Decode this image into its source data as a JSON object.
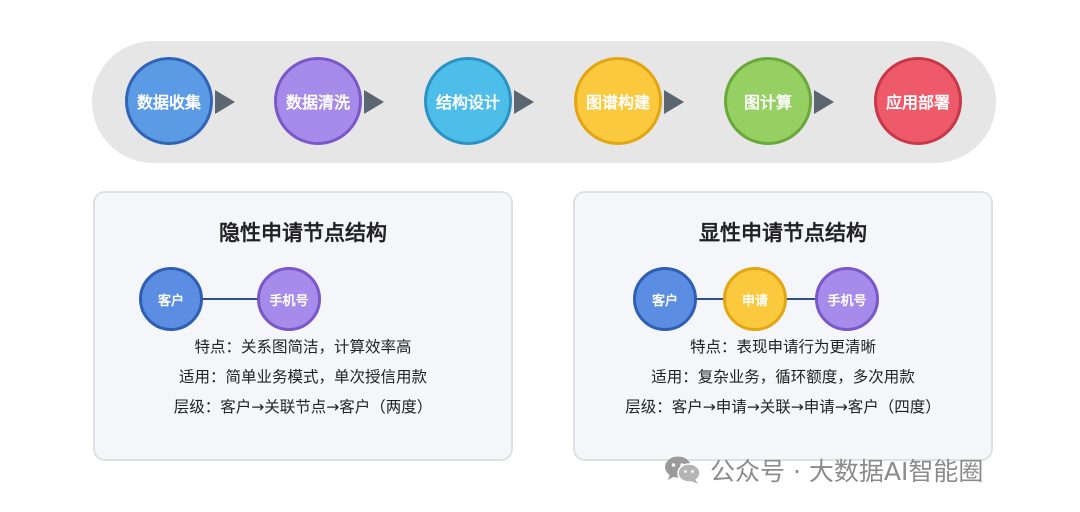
{
  "pipeline": {
    "steps": [
      {
        "label": "数据收集",
        "color": "#5b9be6",
        "border": "#3164b6"
      },
      {
        "label": "数据清洗",
        "color": "#a68bea",
        "border": "#7b57c9"
      },
      {
        "label": "结构设计",
        "color": "#4dbdea",
        "border": "#2a93c4"
      },
      {
        "label": "图谱构建",
        "color": "#fbc93e",
        "border": "#e4a513"
      },
      {
        "label": "图计算",
        "color": "#96d063",
        "border": "#6aa83b"
      },
      {
        "label": "应用部署",
        "color": "#ef5a6b",
        "border": "#c83848"
      }
    ]
  },
  "left_panel": {
    "title": "隐性申请节点结构",
    "nodes": [
      {
        "label": "客户",
        "color": "#5b8ee2",
        "border": "#2f5fb3"
      },
      {
        "label": "手机号",
        "color": "#a68bea",
        "border": "#7b57c9"
      }
    ],
    "features": [
      "特点：关系图简洁，计算效率高",
      "适用：简单业务模式，单次授信用款",
      "层级：客户→关联节点→客户（两度）"
    ]
  },
  "right_panel": {
    "title": "显性申请节点结构",
    "nodes": [
      {
        "label": "客户",
        "color": "#5b8ee2",
        "border": "#2f5fb3"
      },
      {
        "label": "申请",
        "color": "#fbc93e",
        "border": "#e4a513"
      },
      {
        "label": "手机号",
        "color": "#a68bea",
        "border": "#7b57c9"
      }
    ],
    "features": [
      "特点：表现申请行为更清晰",
      "适用：复杂业务，循环额度，多次用款",
      "层级：客户→申请→关联→申请→客户（四度）"
    ]
  },
  "watermark": {
    "text": "公众号 · 大数据AI智能圈",
    "icon": "wechat-icon"
  }
}
